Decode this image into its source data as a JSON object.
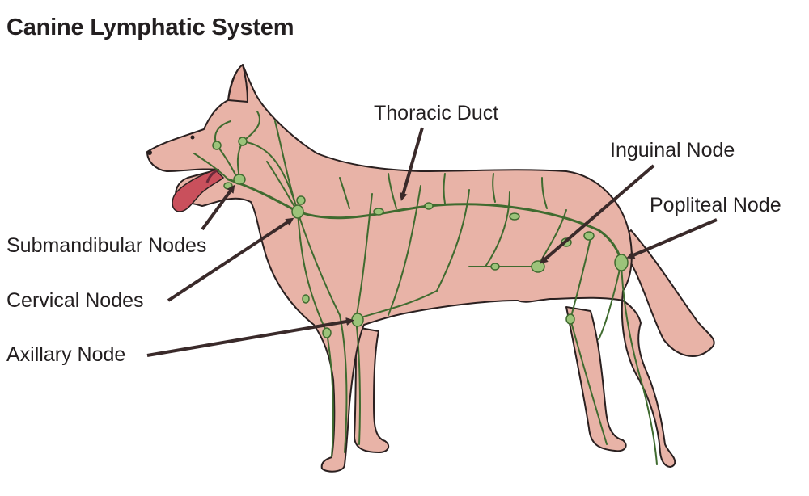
{
  "title": "Canine Lymphatic System",
  "labels": {
    "thoracic_duct": "Thoracic Duct",
    "inguinal_node": "Inguinal Node",
    "popliteal_node": "Popliteal Node",
    "submandibular_nodes": "Submandibular Nodes",
    "cervical_nodes": "Cervical Nodes",
    "axillary_node": "Axillary Node"
  },
  "colors": {
    "body_fill": "#e8b3a7",
    "outline": "#2a2020",
    "lymph": "#3f6b2f",
    "node": "#9cc37a",
    "tongue": "#c9505c",
    "arrow": "#3a2a2a"
  }
}
